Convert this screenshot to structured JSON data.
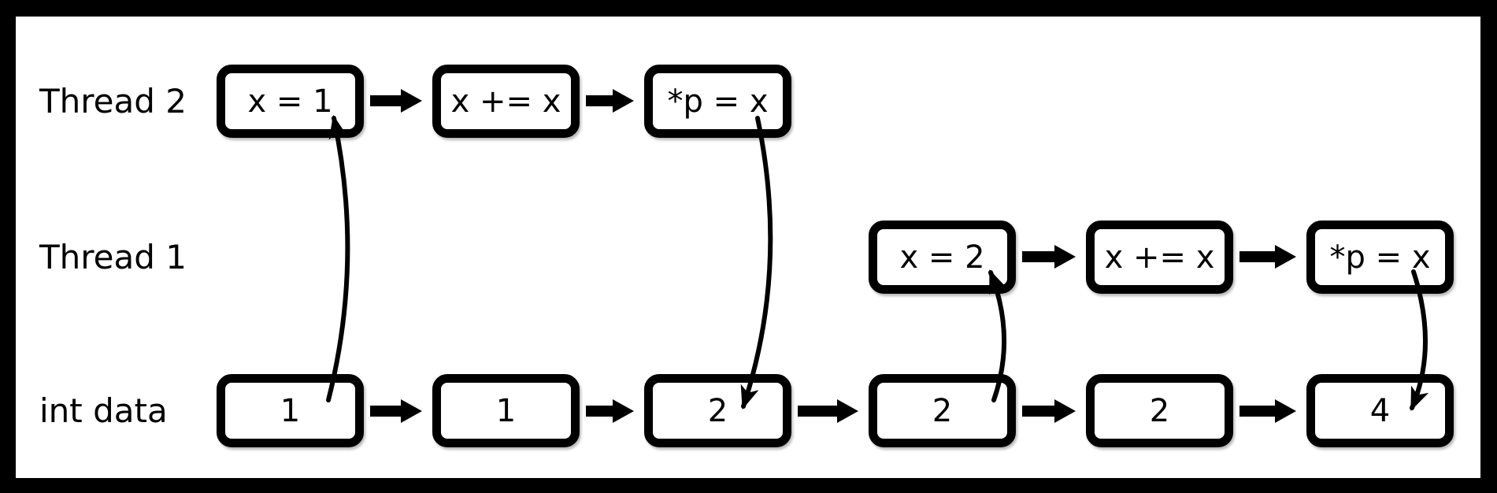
{
  "diagram": {
    "colors": {
      "ink": "#000000",
      "background": "#ffffff",
      "frame": "#000000"
    },
    "rows": [
      {
        "id": "thread2",
        "label": "Thread 2",
        "boxes": [
          "x = 1",
          "x += x",
          "*p = x"
        ]
      },
      {
        "id": "thread1",
        "label": "Thread 1",
        "boxes": [
          "x = 2",
          "x += x",
          "*p = x"
        ]
      },
      {
        "id": "int-data",
        "label": "int data",
        "boxes": [
          "1",
          "1",
          "2",
          "2",
          "2",
          "4"
        ]
      }
    ],
    "flow_arrows": [
      {
        "row": "Thread 2",
        "from": "x = 1",
        "to": "x += x"
      },
      {
        "row": "Thread 2",
        "from": "x += x",
        "to": "*p = x"
      },
      {
        "row": "Thread 1",
        "from": "x = 2",
        "to": "x += x"
      },
      {
        "row": "Thread 1",
        "from": "x += x",
        "to": "*p = x"
      },
      {
        "row": "int data",
        "from": "1 (slot 1)",
        "to": "1 (slot 2)"
      },
      {
        "row": "int data",
        "from": "1 (slot 2)",
        "to": "2 (slot 3)"
      },
      {
        "row": "int data",
        "from": "2 (slot 3)",
        "to": "2 (slot 4)"
      },
      {
        "row": "int data",
        "from": "2 (slot 4)",
        "to": "2 (slot 5)"
      },
      {
        "row": "int data",
        "from": "2 (slot 5)",
        "to": "4 (slot 6)"
      }
    ],
    "cross_arrows": [
      {
        "from": "int data slot 1 (value 1)",
        "to": "Thread 2 box 'x = 1'",
        "direction": "up"
      },
      {
        "from": "Thread 2 box '*p = x'",
        "to": "int data slot 3 (value 2)",
        "direction": "down"
      },
      {
        "from": "int data slot 4 (value 2)",
        "to": "Thread 1 box 'x = 2'",
        "direction": "up"
      },
      {
        "from": "Thread 1 box '*p = x'",
        "to": "int data slot 6 (value 4)",
        "direction": "down"
      }
    ]
  }
}
